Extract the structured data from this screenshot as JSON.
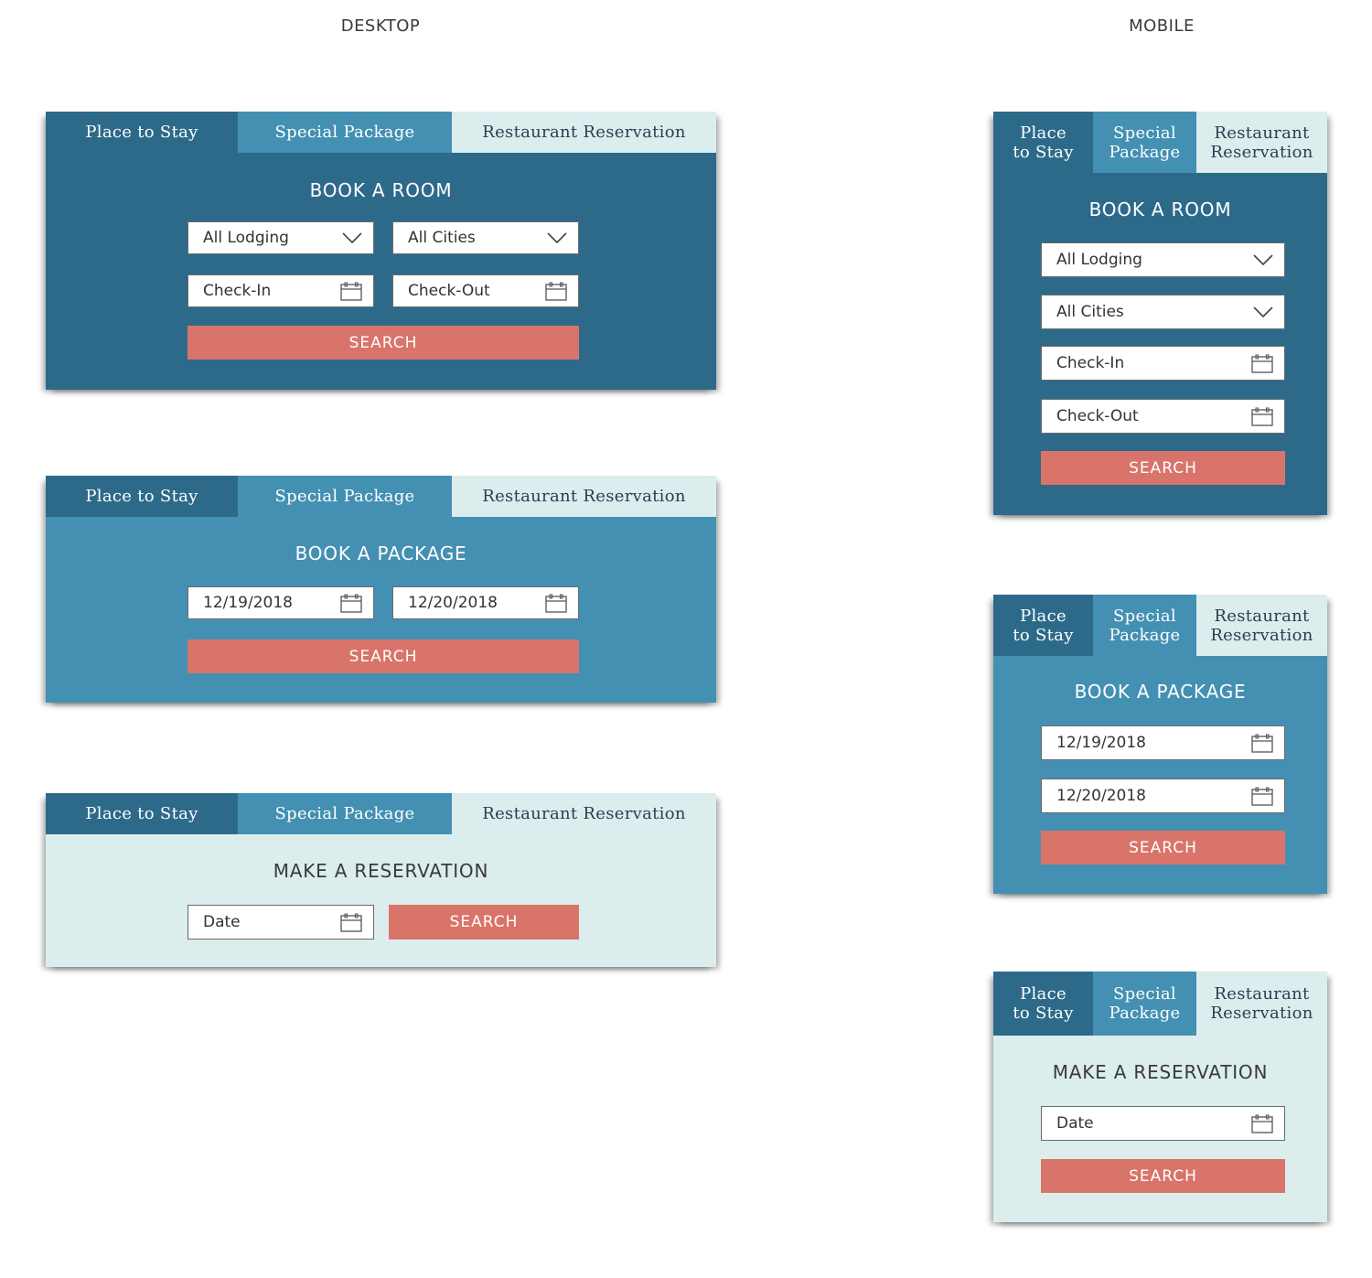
{
  "headings": {
    "desktop": "DESKTOP",
    "mobile": "MOBILE"
  },
  "tabs_desktop": {
    "stay": "Place to Stay",
    "package": "Special Package",
    "restaurant": "Restaurant Reservation"
  },
  "tabs_mobile": {
    "stay_1": "Place",
    "stay_2": "to Stay",
    "package_1": "Special",
    "package_2": "Package",
    "restaurant_1": "Restaurant",
    "restaurant_2": "Reservation"
  },
  "room": {
    "title": "BOOK A ROOM",
    "lodging": "All Lodging",
    "cities": "All Cities",
    "checkin": "Check-In",
    "checkout": "Check-Out",
    "search": "SEARCH"
  },
  "package": {
    "title": "BOOK A PACKAGE",
    "start_date": "12/19/2018",
    "end_date": "12/20/2018",
    "search": "SEARCH"
  },
  "reservation": {
    "title": "MAKE A RESERVATION",
    "date": "Date",
    "search": "SEARCH"
  },
  "colors": {
    "dark_blue": "#2d6a8a",
    "mid_blue": "#4490b2",
    "pale_teal": "#dbeded",
    "search_button": "#d9746a"
  },
  "icons": [
    "chevron-down-icon",
    "calendar-icon"
  ]
}
